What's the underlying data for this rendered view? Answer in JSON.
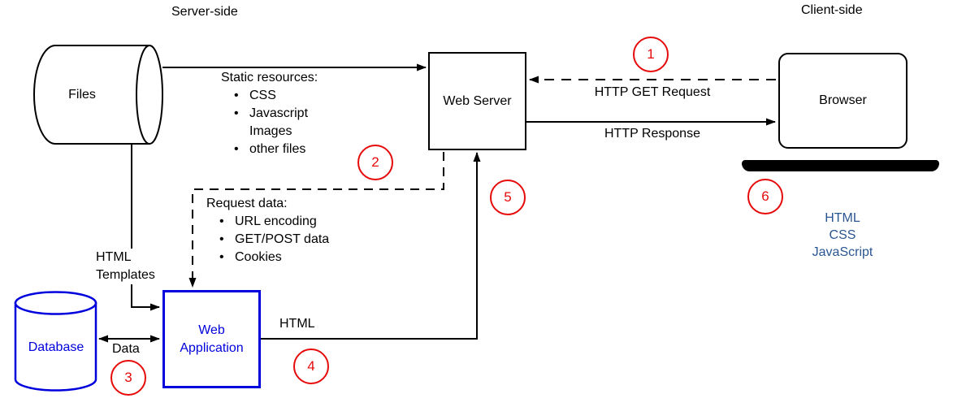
{
  "glyphs": {
    "bullet": "•"
  },
  "colors": {
    "node_blue": "#0000dd",
    "client_text_blue": "#2a5691",
    "step_red": "#e60a0a",
    "line_black": "#000000"
  },
  "header": {
    "server_side": "Server-side",
    "client_side": "Client-side"
  },
  "nodes": {
    "files": "Files",
    "web_server": "Web Server",
    "browser": "Browser",
    "database": "Database",
    "web_application": [
      "Web",
      "Application"
    ]
  },
  "edges": {
    "static_resources": {
      "title": "Static resources:",
      "items": [
        "CSS",
        "Javascript",
        "Images",
        "other files"
      ]
    },
    "request_data": {
      "title": "Request data:",
      "items": [
        "URL encoding",
        "GET/POST data",
        "Cookies"
      ]
    },
    "http_get": "HTTP GET Request",
    "http_response": "HTTP Response",
    "html_templates": [
      "HTML",
      "Templates"
    ],
    "data": "Data",
    "html": "HTML"
  },
  "client_output": {
    "lines": [
      "HTML",
      "CSS",
      "JavaScript"
    ]
  },
  "steps": [
    "1",
    "2",
    "3",
    "4",
    "5",
    "6"
  ]
}
